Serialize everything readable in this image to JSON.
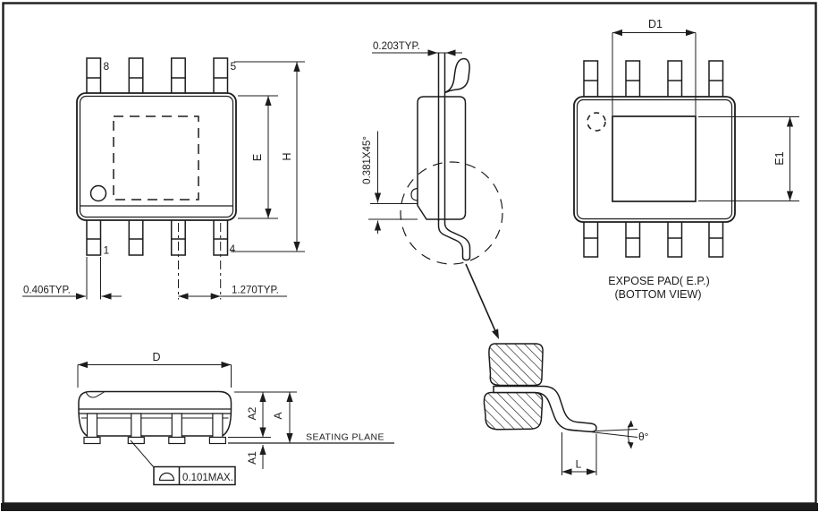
{
  "colors": {
    "line": "#1c1c1c",
    "background": "#ffffff"
  },
  "top_view": {
    "pin8": "8",
    "pin5": "5",
    "pin1": "1",
    "pin4": "4",
    "dim_e": "E",
    "dim_h": "H",
    "dim_lead_width": "0.406TYP.",
    "dim_pitch": "1.270TYP."
  },
  "side_view": {
    "dim_lead_thickness": "0.203TYP.",
    "dim_chamfer": "0.381X45°"
  },
  "bottom_view": {
    "dim_d1": "D1",
    "dim_e1": "E1",
    "caption1": "EXPOSE PAD( E.P.)",
    "caption2": "(BOTTOM VIEW)"
  },
  "front_view": {
    "dim_d": "D",
    "dim_a": "A",
    "dim_a1": "A1",
    "dim_a2": "A2",
    "seating_plane": "SEATING PLANE",
    "coplanarity": "0.101MAX."
  },
  "detail_view": {
    "dim_l": "L",
    "dim_theta": "θ°"
  }
}
